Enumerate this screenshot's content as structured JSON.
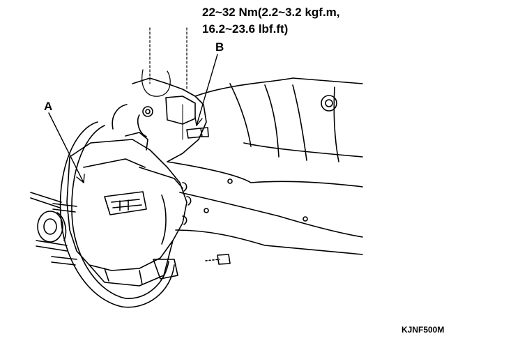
{
  "torque_spec": {
    "line1": "22~32 Nm(2.2~3.2 kgf.m,",
    "line2": "16.2~23.6 lbf.ft)"
  },
  "callouts": {
    "a": "A",
    "b": "B"
  },
  "figure_code": "KJNF500M",
  "colors": {
    "line": "#000000",
    "background": "#ffffff"
  }
}
